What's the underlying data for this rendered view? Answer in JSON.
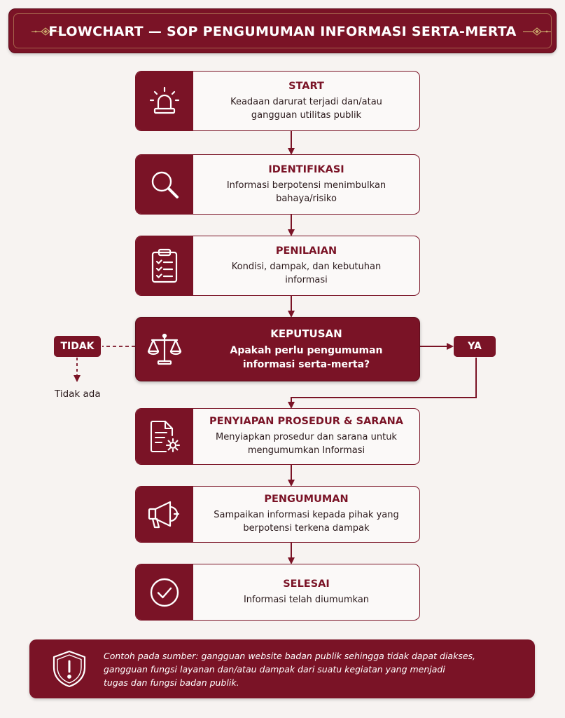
{
  "title": "FLOWCHART — SOP PENGUMUMAN INFORMASI SERTA-MERTA",
  "steps": {
    "start": {
      "heading": "START",
      "desc_line1": "Keadaan darurat terjadi dan/atau",
      "desc_line2": "gangguan utilitas publik",
      "icon": "alarm-siren-icon"
    },
    "identifikasi": {
      "heading": "IDENTIFIKASI",
      "desc_line1": "Informasi berpotensi menimbulkan",
      "desc_line2": "bahaya/risiko",
      "icon": "magnifier-icon"
    },
    "penilaian": {
      "heading": "PENILAIAN",
      "desc_line1": "Kondisi, dampak, dan kebutuhan",
      "desc_line2": "informasi",
      "icon": "clipboard-checklist-icon"
    },
    "keputusan": {
      "heading": "KEPUTUSAN",
      "desc_line1": "Apakah perlu pengumuman",
      "desc_line2": "informasi serta-merta?",
      "icon": "scales-icon"
    },
    "penyiapan": {
      "heading": "PENYIAPAN PROSEDUR & SARANA",
      "desc_line1": "Menyiapkan prosedur dan sarana untuk",
      "desc_line2": "mengumumkan Informasi",
      "icon": "document-gear-icon"
    },
    "pengumuman": {
      "heading": "PENGUMUMAN",
      "desc_line1": "Sampaikan informasi kepada pihak yang",
      "desc_line2": "berpotensi terkena dampak",
      "icon": "megaphone-icon"
    },
    "selesai": {
      "heading": "SELESAI",
      "desc_line1": "Informasi telah diumumkan",
      "icon": "check-circle-icon"
    }
  },
  "branches": {
    "no_label": "TIDAK",
    "no_result": "Tidak ada",
    "yes_label": "YA"
  },
  "footer": {
    "icon": "shield-warning-icon",
    "line1": "Contoh pada sumber: gangguan website badan publik sehingga tidak dapat diakses,",
    "line2": "gangguan fungsi layanan dan/atau dampak dari suatu kegiatan yang menjadi",
    "line3": "tugas dan fungsi badan publik."
  },
  "colors": {
    "primary": "#7a1326",
    "background": "#f7f3f1",
    "card": "#fbf9f8",
    "accent_gold": "#c8a46a"
  }
}
